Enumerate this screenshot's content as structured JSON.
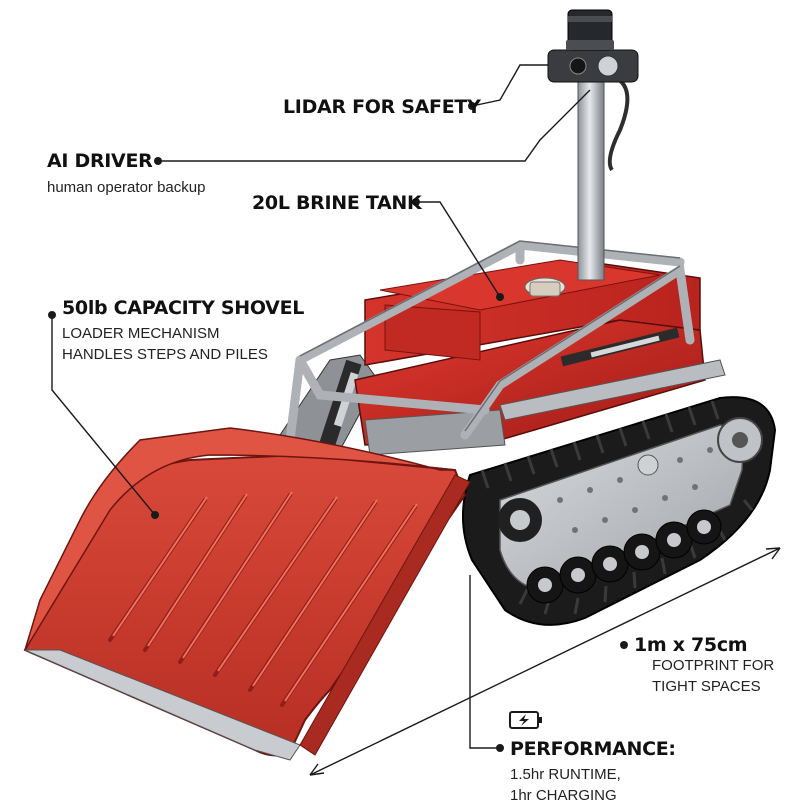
{
  "callouts": {
    "lidar": {
      "title": "LIDAR FOR SAFETY"
    },
    "ai_driver": {
      "title": "AI DRIVER",
      "subtitle": "human operator backup"
    },
    "brine": {
      "title": "20L BRINE TANK"
    },
    "shovel": {
      "title": "50lb CAPACITY SHOVEL",
      "line1": "LOADER MECHANISM",
      "line2": "HANDLES STEPS AND PILES"
    },
    "footprint": {
      "title": "1m x 75cm",
      "line1": "FOOTPRINT FOR",
      "line2": "TIGHT SPACES"
    },
    "performance": {
      "title": "PERFORMANCE:",
      "line1": "1.5hr RUNTIME,",
      "line2": "1hr CHARGING"
    }
  },
  "icons": {
    "battery": "battery-charging-icon"
  },
  "colors": {
    "body_red": "#c8231f",
    "shovel_red": "#cf3a2c",
    "track": "#1c1c1c",
    "steel": "#b9bcc0",
    "leader": "#1a1a1a"
  }
}
